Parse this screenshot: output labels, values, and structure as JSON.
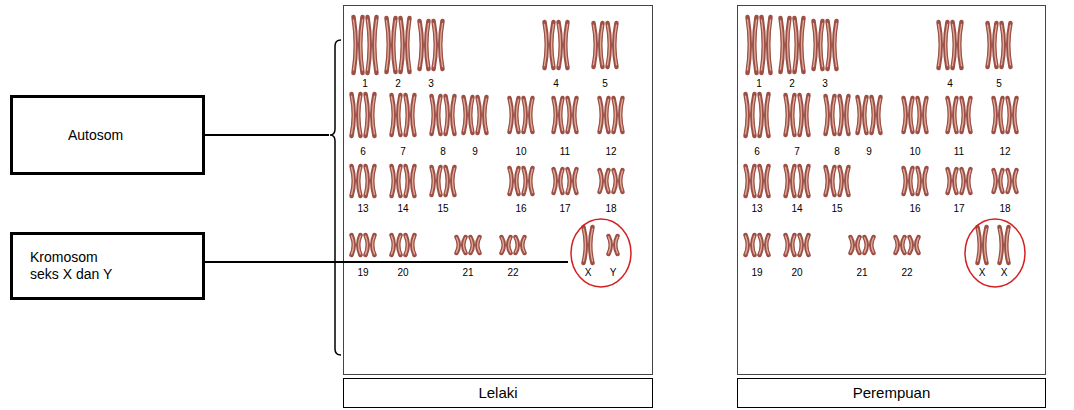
{
  "diagram": {
    "nodes": [
      {
        "text": [
          "Autosom"
        ]
      },
      {
        "text": [
          "Kromosom seks X dan Y"
        ]
      },
      {
        "text": [
          "Lelaki"
        ]
      },
      {
        "text": [
          "Perempuan"
        ]
      }
    ],
    "labels": [
      "1",
      "2",
      "3",
      "4",
      "5",
      "6",
      "7",
      "8",
      "9",
      "10",
      "11",
      "12",
      "13",
      "14",
      "15",
      "16",
      "17",
      "18",
      "19",
      "20",
      "21",
      "22",
      "X",
      "Y",
      "1",
      "2",
      "3",
      "4",
      "5",
      "6",
      "7",
      "8",
      "9",
      "10",
      "11",
      "12",
      "13",
      "14",
      "15",
      "16",
      "17",
      "18",
      "19",
      "20",
      "21",
      "22",
      "X",
      "X"
    ]
  }
}
